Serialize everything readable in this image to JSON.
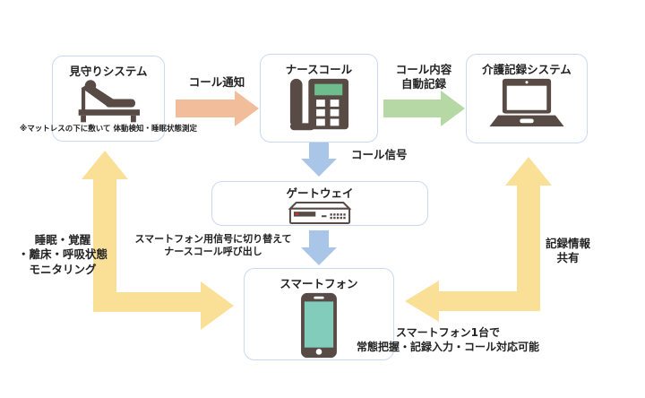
{
  "colors": {
    "arrow_orange": "#f1bd9b",
    "arrow_green": "#b6d8a4",
    "arrow_blue": "#a9c5e8",
    "arrow_yellow": "#fadf97",
    "box_border": "#c9d9f2",
    "icon_dark": "#584a45",
    "phone_screen_green": "#6dbe8c",
    "smartphone_screen_teal": "#82ccbc",
    "router_led_red": "#c0392b",
    "text_color": "#222222"
  },
  "nodes": {
    "monitoring": {
      "title": "見守りシステム",
      "note1": "※マットレスの下に敷いて",
      "note2": "体動検知・睡眠状態測定",
      "icon": "bed-patient-icon"
    },
    "nursecall": {
      "title": "ナースコール",
      "icon": "desk-phone-icon"
    },
    "care_record": {
      "title": "介護記録システム",
      "icon": "laptop-icon"
    },
    "gateway": {
      "title": "ゲートウェイ",
      "icon": "router-icon"
    },
    "smartphone": {
      "title": "スマートフォン",
      "icon": "smartphone-icon"
    }
  },
  "arrows": {
    "call_notice": {
      "label": "コール通知",
      "direction": "right"
    },
    "auto_record": {
      "line1": "コール内容",
      "line2": "自動記録",
      "direction": "right"
    },
    "call_signal": {
      "label": "コール信号",
      "direction": "down"
    },
    "switch_signal": {
      "line1": "スマートフォン用信号に切り替えて",
      "line2": "ナースコール呼び出し",
      "direction": "down"
    },
    "monitoring_info": {
      "line1": "睡眠・覚醒",
      "line2": "・離床・呼吸状態",
      "line3": "モニタリング",
      "direction": "up-and-right"
    },
    "record_share": {
      "line1": "記録情報",
      "line2": "共有",
      "direction": "up-and-left"
    }
  },
  "caption": {
    "line1": "スマートフォン1台で",
    "line2": "常態把握・記録入力・コール対応可能"
  }
}
